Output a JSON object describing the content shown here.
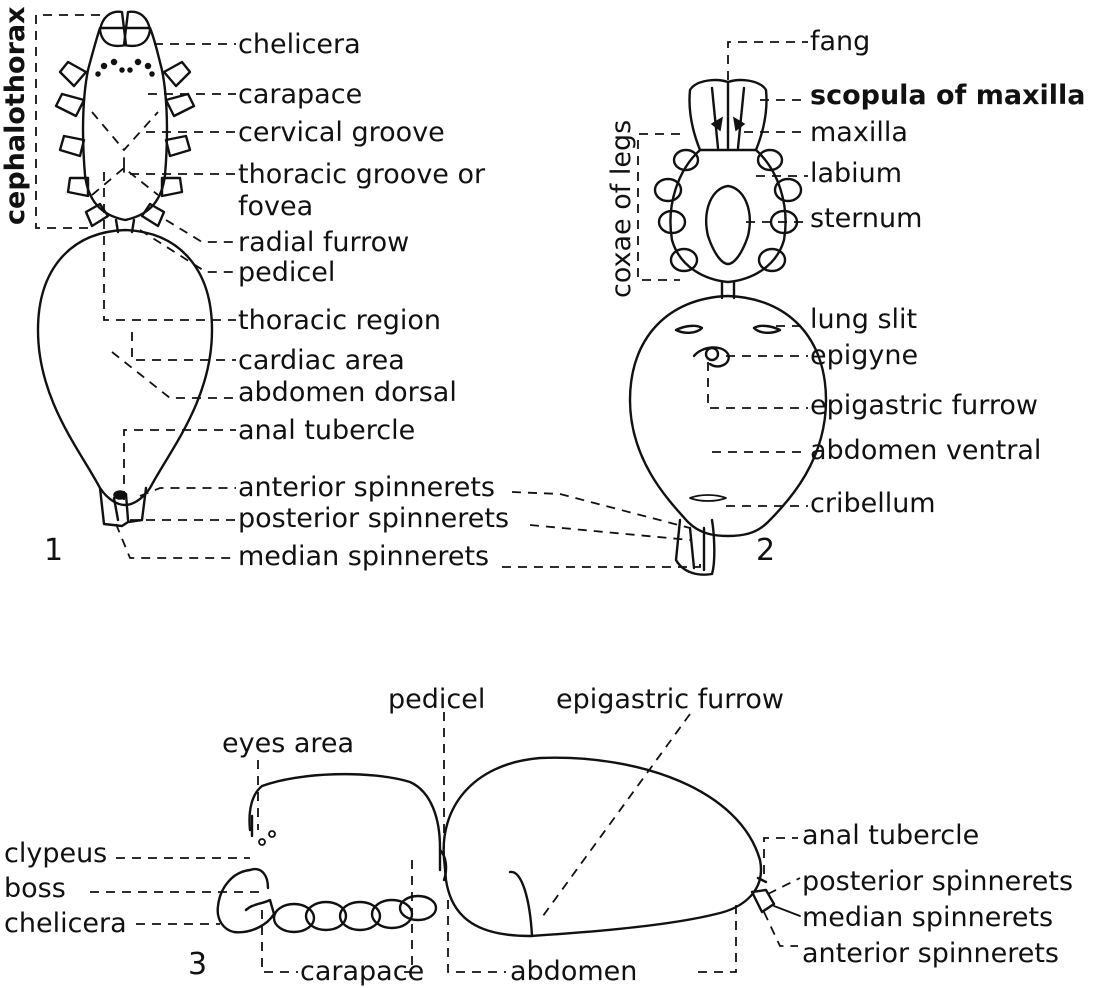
{
  "figure1": {
    "number": "1",
    "side_label": "cephalothorax",
    "labels": {
      "chelicera": "chelicera",
      "carapace": "carapace",
      "cervical_groove": "cervical groove",
      "thoracic_groove_line1": "thoracic groove or",
      "thoracic_groove_line2": "fovea",
      "radial_furrow": "radial furrow",
      "pedicel": "pedicel",
      "thoracic_region": "thoracic region",
      "cardiac_area": "cardiac area",
      "abdomen_dorsal": "abdomen dorsal",
      "anal_tubercle": "anal tubercle",
      "anterior_spinnerets": "anterior spinnerets",
      "posterior_spinnerets": "posterior spinnerets",
      "median_spinnerets": "median spinnerets"
    }
  },
  "figure2": {
    "number": "2",
    "side_label": "coxae of legs",
    "labels": {
      "fang": "fang",
      "scopula": "scopula of maxilla",
      "maxilla": "maxilla",
      "labium": "labium",
      "sternum": "sternum",
      "lung_slit": "lung slit",
      "epigyne": "epigyne",
      "epigastric_furrow": "epigastric furrow",
      "abdomen_ventral": "abdomen ventral",
      "cribellum": "cribellum"
    }
  },
  "figure3": {
    "number": "3",
    "labels": {
      "pedicel": "pedicel",
      "epigastric_furrow": "epigastric furrow",
      "eyes_area": "eyes area",
      "clypeus": "clypeus",
      "boss": "boss",
      "chelicera": "chelicera",
      "carapace": "carapace",
      "abdomen": "abdomen",
      "anal_tubercle": "anal tubercle",
      "posterior_spinnerets": "posterior spinnerets",
      "median_spinnerets": "median spinnerets",
      "anterior_spinnerets": "anterior spinnerets"
    }
  }
}
